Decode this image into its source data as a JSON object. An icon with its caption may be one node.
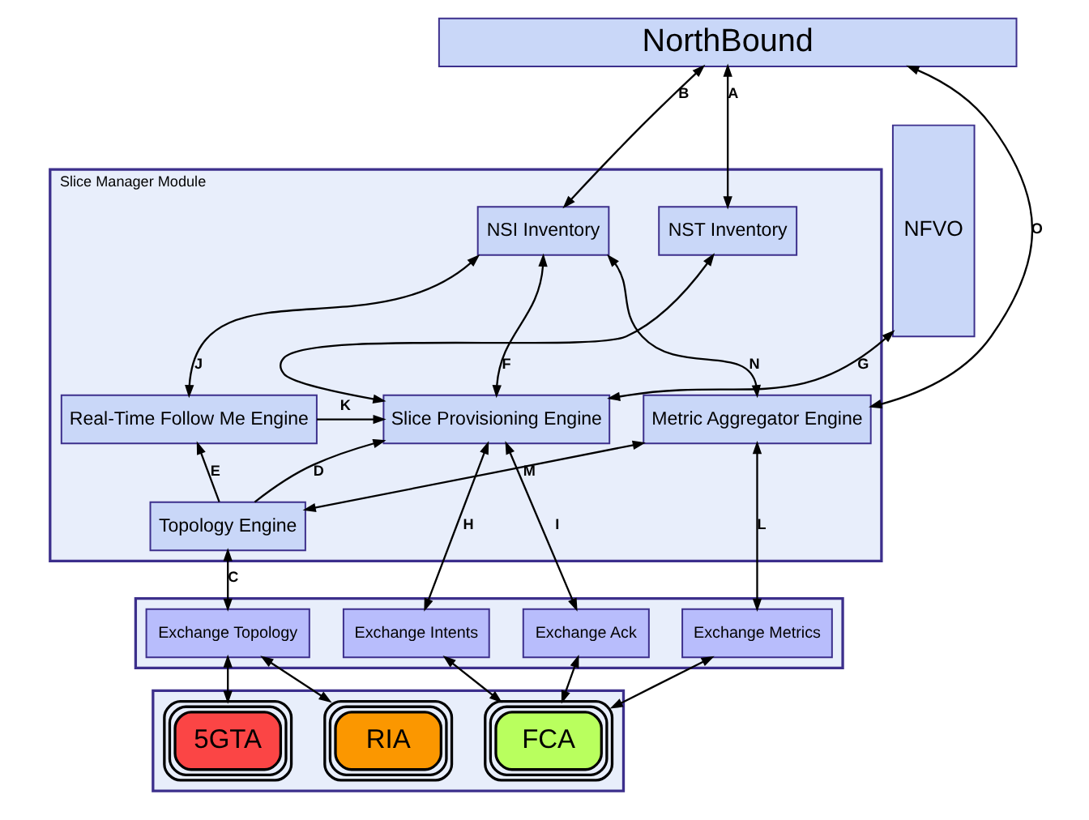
{
  "diagram": {
    "nodes": [
      {
        "text": [
          "NorthBound"
        ]
      },
      {
        "text": [
          "NFVO"
        ]
      },
      {
        "text": [
          "Slice Manager Module"
        ]
      },
      {
        "text": [
          "NSI Inventory"
        ],
        "in": 2
      },
      {
        "text": [
          "Real-Time Follow Me Engine"
        ],
        "in": 2
      },
      {
        "text": [
          "Slice Provisioning Engine"
        ],
        "in": 2
      },
      {
        "text": [
          "NST Inventory"
        ],
        "in": 2
      },
      {
        "text": [
          "Topology Engine"
        ],
        "in": 2
      },
      {
        "text": [
          "Metric Aggregator Engine"
        ],
        "in": 2
      },
      {
        "text": [],
        "shape": "box"
      },
      {
        "text": [
          "Exchange Topology"
        ],
        "in": 9
      },
      {
        "text": [
          "Exchange Intents"
        ],
        "in": 9
      },
      {
        "text": [
          "Exchange Ack"
        ],
        "in": 9
      },
      {
        "text": [
          "Exchange Metrics"
        ],
        "in": 9
      },
      {
        "text": [],
        "shape": "box"
      },
      {
        "text": [
          "RIA"
        ],
        "in": 14
      },
      {
        "text": [
          "5GTA"
        ],
        "in": 14
      },
      {
        "text": [
          "FCA"
        ],
        "in": 14
      }
    ],
    "edges": [
      {
        "from": 0,
        "to": 3,
        "arrow": "both",
        "label": "B"
      },
      {
        "from": 0,
        "to": 6,
        "arrow": "both",
        "label": "A"
      },
      {
        "from": 0,
        "to": 8,
        "arrow": "both",
        "label": "O"
      },
      {
        "from": 5,
        "to": 1,
        "arrow": "both",
        "label": "G"
      },
      {
        "from": 3,
        "to": 4,
        "arrow": "both",
        "label": "J"
      },
      {
        "from": 3,
        "to": 5,
        "arrow": "both",
        "label": "F"
      },
      {
        "from": 3,
        "to": 8,
        "arrow": "both",
        "label": "N"
      },
      {
        "from": 4,
        "to": 5,
        "arrow": "to",
        "label": "K"
      },
      {
        "from": 5,
        "to": 6,
        "arrow": "both"
      },
      {
        "from": 7,
        "to": 4,
        "arrow": "to",
        "label": "E"
      },
      {
        "from": 7,
        "to": 5,
        "arrow": "to",
        "label": "D"
      },
      {
        "from": 7,
        "to": 8,
        "arrow": "both",
        "label": "M"
      },
      {
        "from": 7,
        "to": 10,
        "arrow": "both",
        "label": "C"
      },
      {
        "from": 5,
        "to": 11,
        "arrow": "both",
        "label": "H"
      },
      {
        "from": 5,
        "to": 12,
        "arrow": "both",
        "label": "I"
      },
      {
        "from": 8,
        "to": 13,
        "arrow": "both",
        "label": "L"
      },
      {
        "from": 10,
        "to": 15,
        "arrow": "both"
      },
      {
        "from": 10,
        "to": 16,
        "arrow": "both"
      },
      {
        "from": 11,
        "to": 17,
        "arrow": "both"
      },
      {
        "from": 12,
        "to": 17,
        "arrow": "both"
      },
      {
        "from": 13,
        "to": 17,
        "arrow": "both"
      }
    ]
  }
}
